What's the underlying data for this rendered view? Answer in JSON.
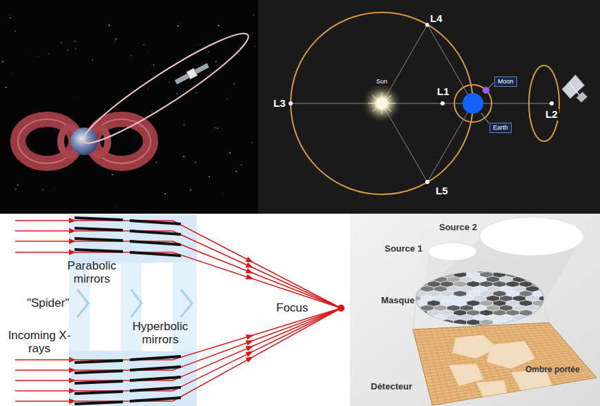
{
  "diagram": {
    "nodes": [
      {
        "text": [
          "Moon"
        ]
      },
      {
        "text": [
          "Earth"
        ]
      }
    ],
    "labels": [
      "L4",
      "L1",
      "L3",
      "L5",
      "L2",
      "Sun",
      "Parabolic mirrors",
      "\"Spider\"",
      "Hyperbolic mirrors",
      "Incoming X-rays",
      "Focus",
      "Source 2",
      "Source 1",
      "Masque",
      "Ombre portée",
      "Détecteur"
    ]
  }
}
